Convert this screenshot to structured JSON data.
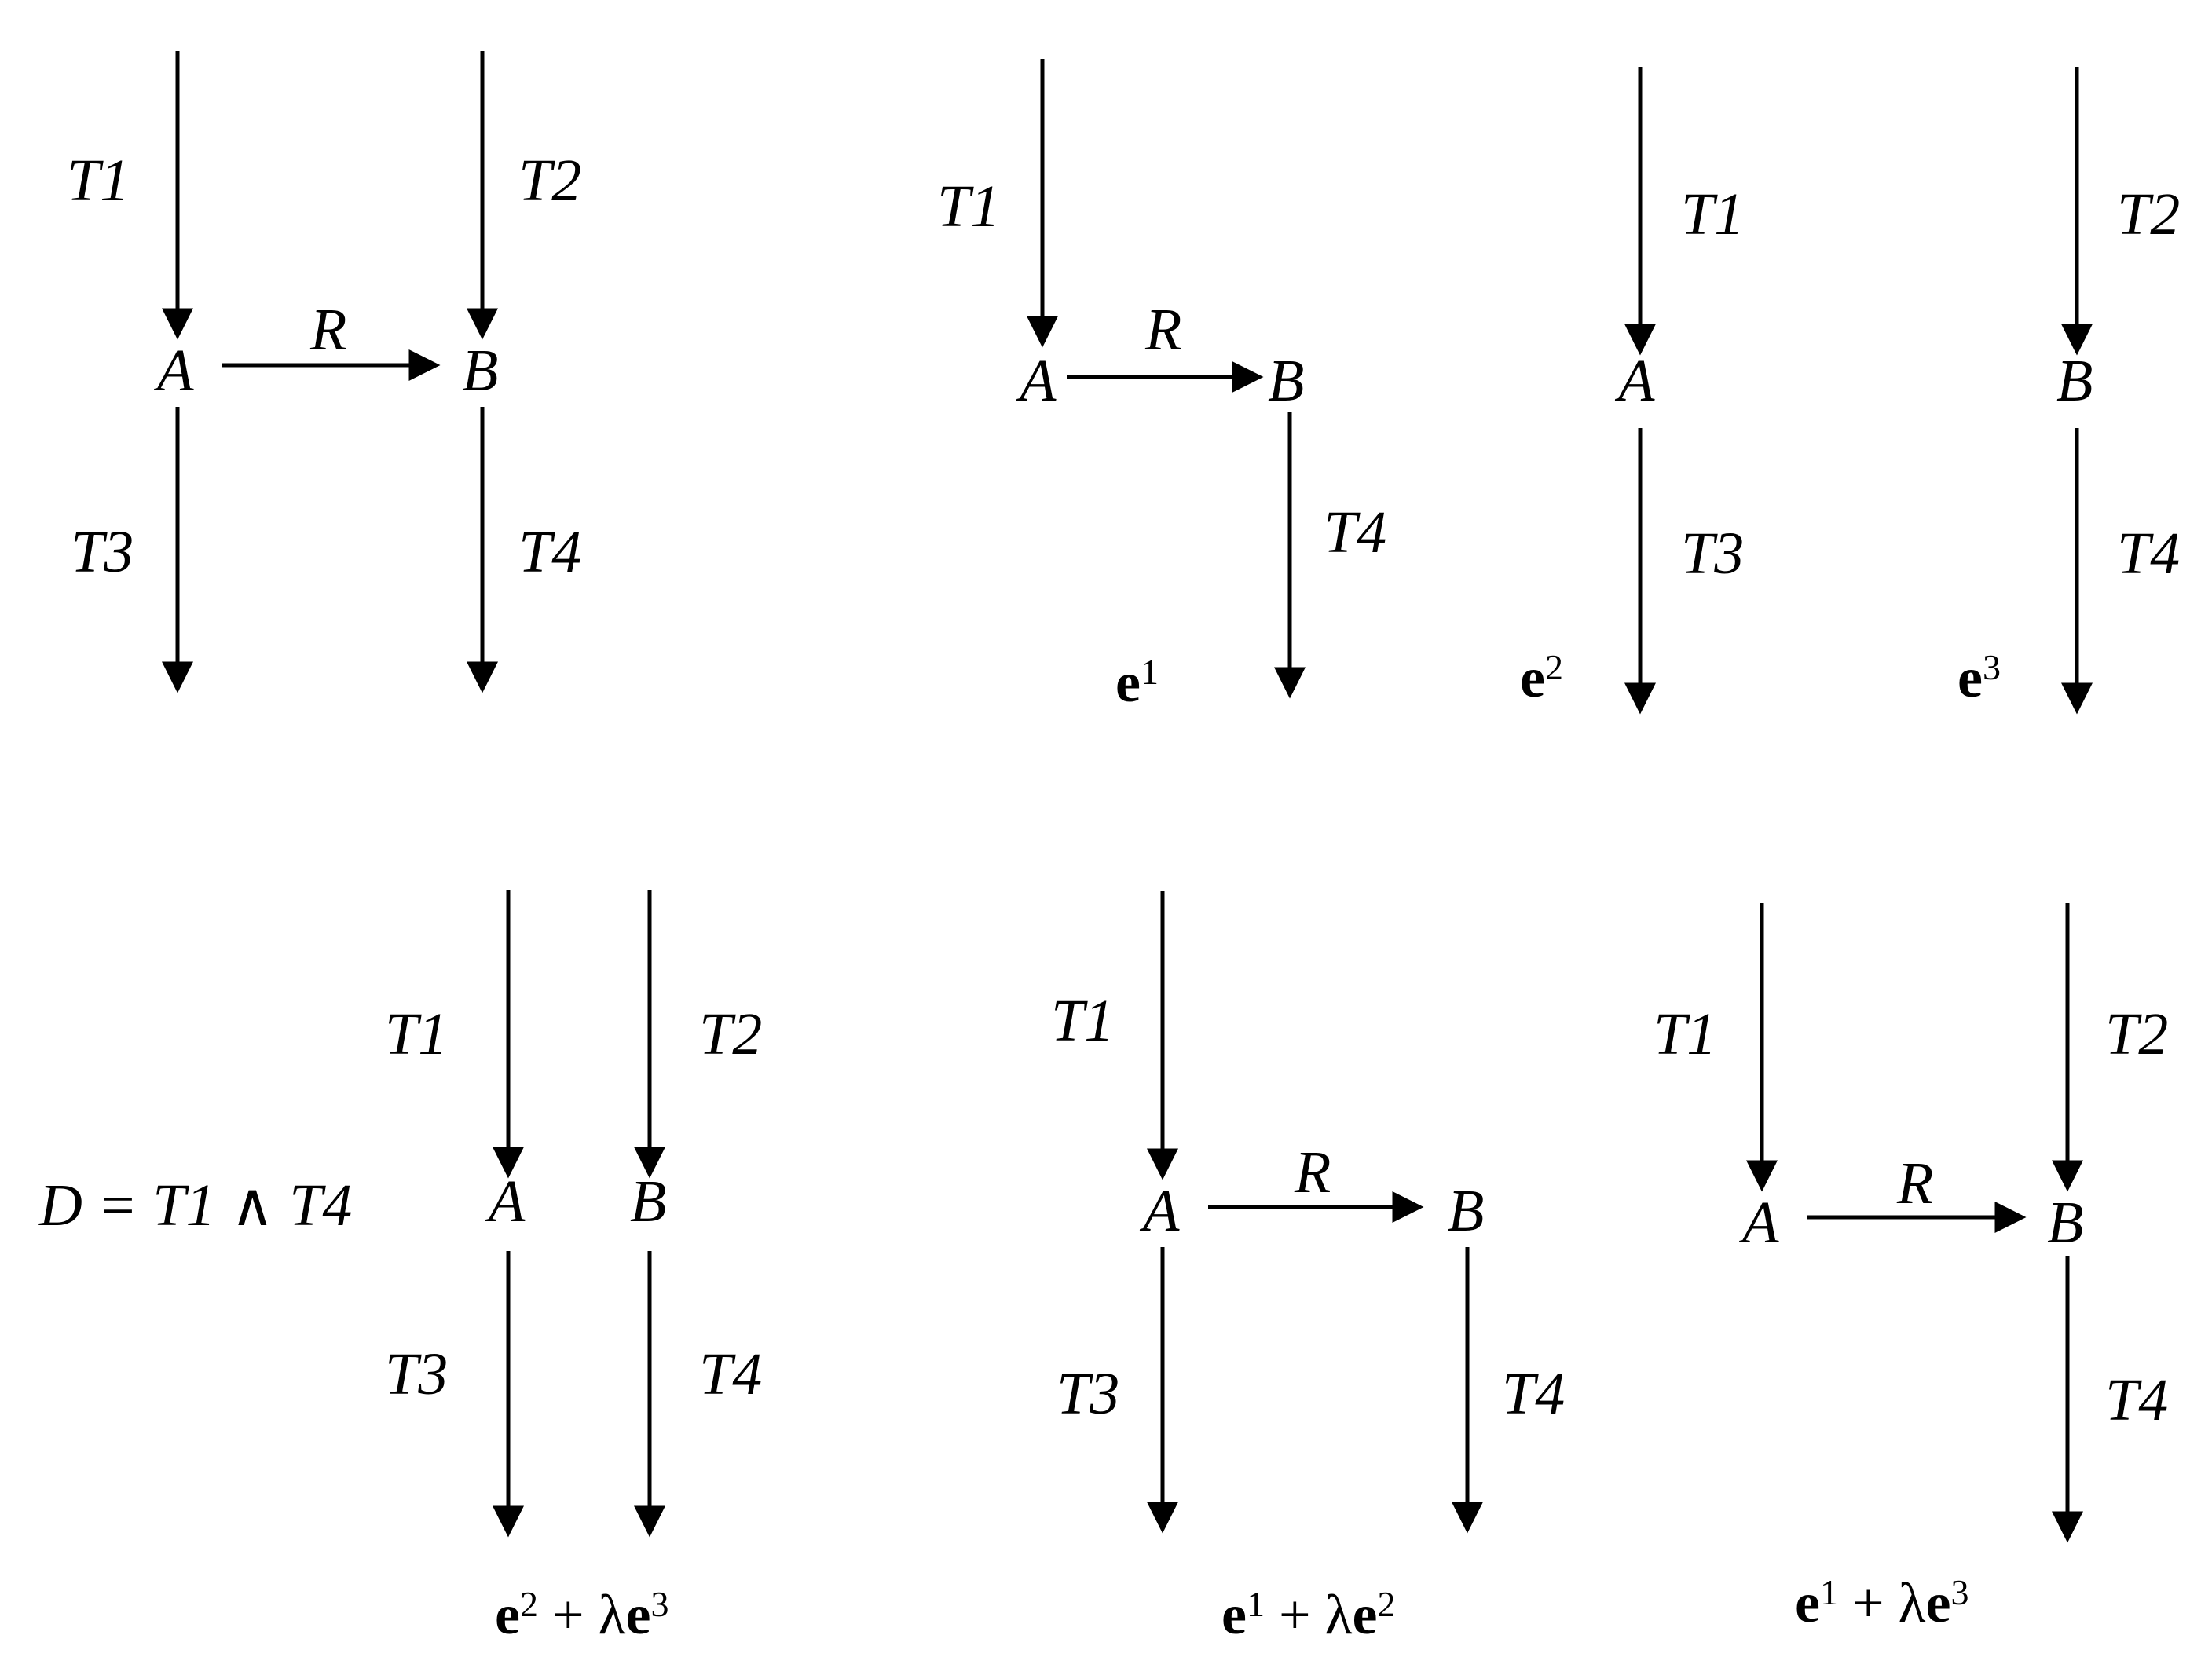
{
  "diagrams": [
    {
      "id": "d1",
      "nodes": {
        "a": "A",
        "b": "B"
      },
      "relation": "R",
      "edges": {
        "t1": "T1",
        "t2": "T2",
        "t3": "T3",
        "t4": "T4"
      }
    },
    {
      "id": "d2",
      "nodes": {
        "a": "A",
        "b": "B"
      },
      "relation": "R",
      "edges": {
        "t1": "T1",
        "t4": "T4"
      },
      "vector": {
        "base": "e",
        "sup": "1"
      }
    },
    {
      "id": "d3",
      "nodes": {
        "a": "A"
      },
      "edges": {
        "t1": "T1",
        "t3": "T3"
      },
      "vector": {
        "base": "e",
        "sup": "2"
      }
    },
    {
      "id": "d4",
      "nodes": {
        "b": "B"
      },
      "edges": {
        "t2": "T2",
        "t4": "T4"
      },
      "vector": {
        "base": "e",
        "sup": "3"
      }
    },
    {
      "id": "d5",
      "equation": "D = T1 ∧ T4",
      "nodes": {
        "a": "A",
        "b": "B"
      },
      "edges": {
        "t1": "T1",
        "t2": "T2",
        "t3": "T3",
        "t4": "T4"
      },
      "combo": {
        "base1": "e",
        "sup1": "2",
        "op": " + λ",
        "base2": "e",
        "sup2": "3"
      }
    },
    {
      "id": "d6",
      "nodes": {
        "a": "A",
        "b": "B"
      },
      "relation": "R",
      "edges": {
        "t1": "T1",
        "t3": "T3",
        "t4": "T4"
      },
      "combo": {
        "base1": "e",
        "sup1": "1",
        "op": " + λ",
        "base2": "e",
        "sup2": "2"
      }
    },
    {
      "id": "d7",
      "nodes": {
        "a": "A",
        "b": "B"
      },
      "relation": "R",
      "edges": {
        "t1": "T1",
        "t2": "T2",
        "t4": "T4"
      },
      "combo": {
        "base1": "e",
        "sup1": "1",
        "op": " + λ",
        "base2": "e",
        "sup2": "3"
      }
    }
  ]
}
